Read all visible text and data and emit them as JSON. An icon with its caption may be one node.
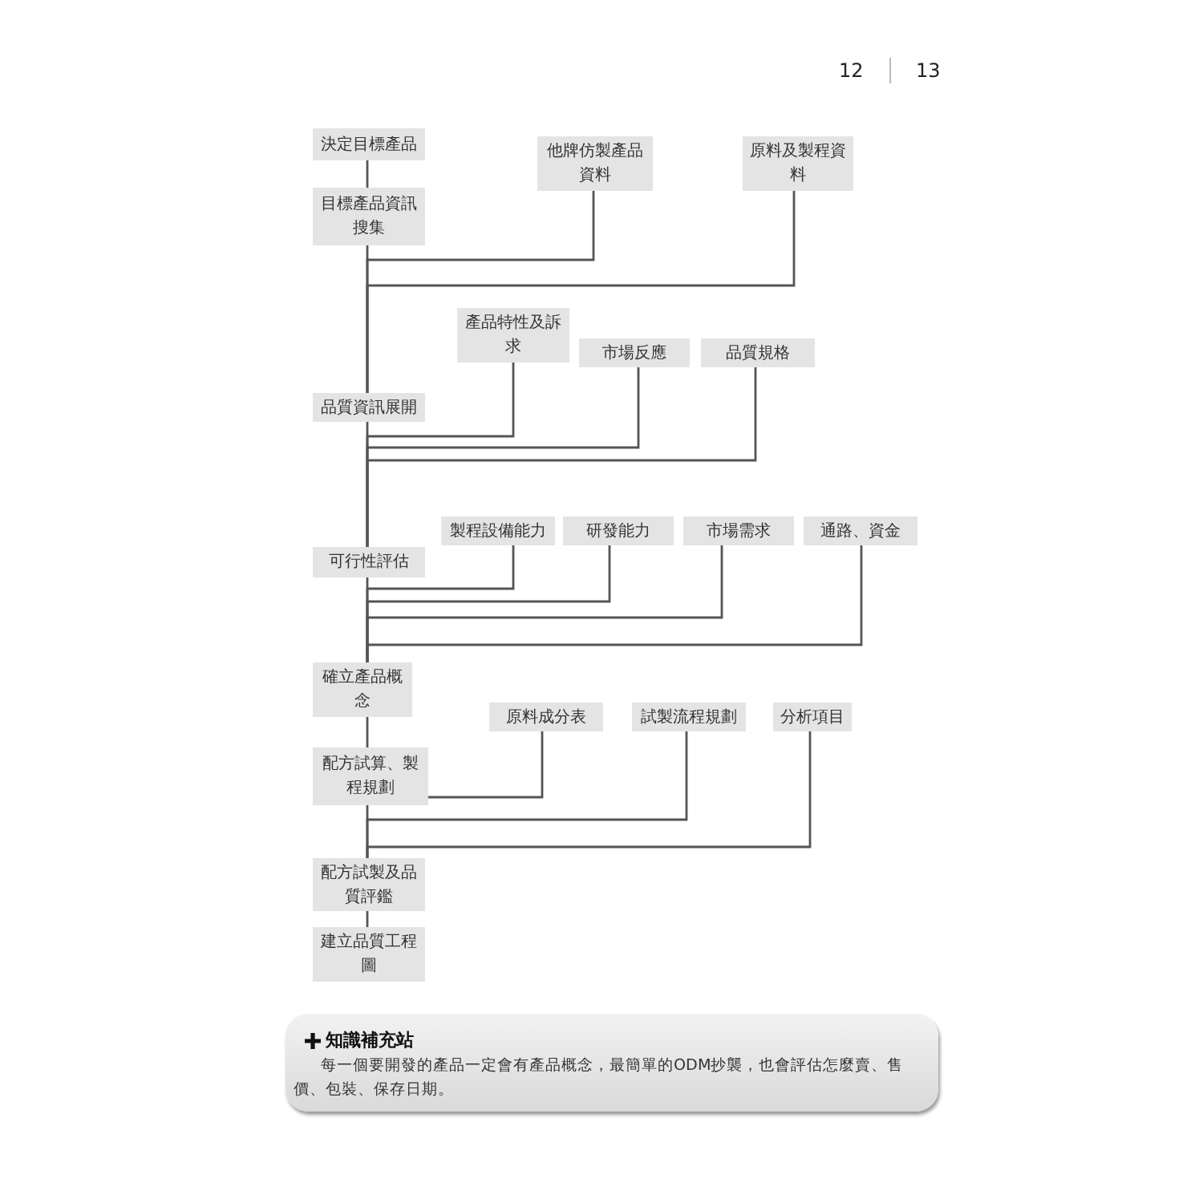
{
  "diagram": {
    "nodes": [
      {
        "text": [
          "決定目標產品"
        ]
      },
      {
        "text": [
          "目標產品資訊搜集"
        ]
      },
      {
        "text": [
          "他牌仿製產品資料"
        ]
      },
      {
        "text": [
          "原料及製程資料"
        ]
      },
      {
        "text": [
          "產品特性及訴求"
        ]
      },
      {
        "text": [
          "市場反應"
        ]
      },
      {
        "text": [
          "品質規格"
        ]
      },
      {
        "text": [
          "品質資訊展開"
        ]
      },
      {
        "text": [
          "製程設備能力"
        ]
      },
      {
        "text": [
          "研發能力"
        ]
      },
      {
        "text": [
          "市場需求"
        ]
      },
      {
        "text": [
          "通路、資金"
        ]
      },
      {
        "text": [
          "可行性評估"
        ]
      },
      {
        "text": [
          "確立產品概念"
        ]
      },
      {
        "text": [
          "原料成分表"
        ]
      },
      {
        "text": [
          "試製流程規劃"
        ]
      },
      {
        "text": [
          "分析項目"
        ]
      },
      {
        "text": [
          "配方試算、製程規劃"
        ]
      },
      {
        "text": [
          "配方試製及品質評鑑"
        ]
      },
      {
        "text": [
          "建立品質工程圖"
        ]
      },
      {
        "text": [
          "知識補充站",
          "每一個要開發的產品一定會有產品概念，最簡單的ODM抄襲，也會評估怎麼賣、售價、包裝、保存日期。"
        ]
      }
    ],
    "edges": [
      {
        "from": 0,
        "to": 1,
        "arrow": "none"
      },
      {
        "from": 1,
        "to": 7,
        "arrow": "none"
      },
      {
        "from": 2,
        "to": 7,
        "arrow": "none"
      },
      {
        "from": 3,
        "to": 7,
        "arrow": "none"
      },
      {
        "from": 7,
        "to": 12,
        "arrow": "none"
      },
      {
        "from": 4,
        "to": 12,
        "arrow": "none"
      },
      {
        "from": 5,
        "to": 12,
        "arrow": "none"
      },
      {
        "from": 6,
        "to": 12,
        "arrow": "none"
      },
      {
        "from": 12,
        "to": 13,
        "arrow": "none"
      },
      {
        "from": 8,
        "to": 13,
        "arrow": "none"
      },
      {
        "from": 9,
        "to": 13,
        "arrow": "none"
      },
      {
        "from": 10,
        "to": 13,
        "arrow": "none"
      },
      {
        "from": 11,
        "to": 13,
        "arrow": "none"
      },
      {
        "from": 13,
        "to": 17,
        "arrow": "none"
      },
      {
        "from": 14,
        "to": 17,
        "arrow": "none"
      },
      {
        "from": 17,
        "to": 18,
        "arrow": "none"
      },
      {
        "from": 15,
        "to": 18,
        "arrow": "none"
      },
      {
        "from": 16,
        "to": 18,
        "arrow": "none"
      },
      {
        "from": 18,
        "to": 19,
        "arrow": "none"
      }
    ],
    "labels": [
      "12",
      "13"
    ]
  }
}
